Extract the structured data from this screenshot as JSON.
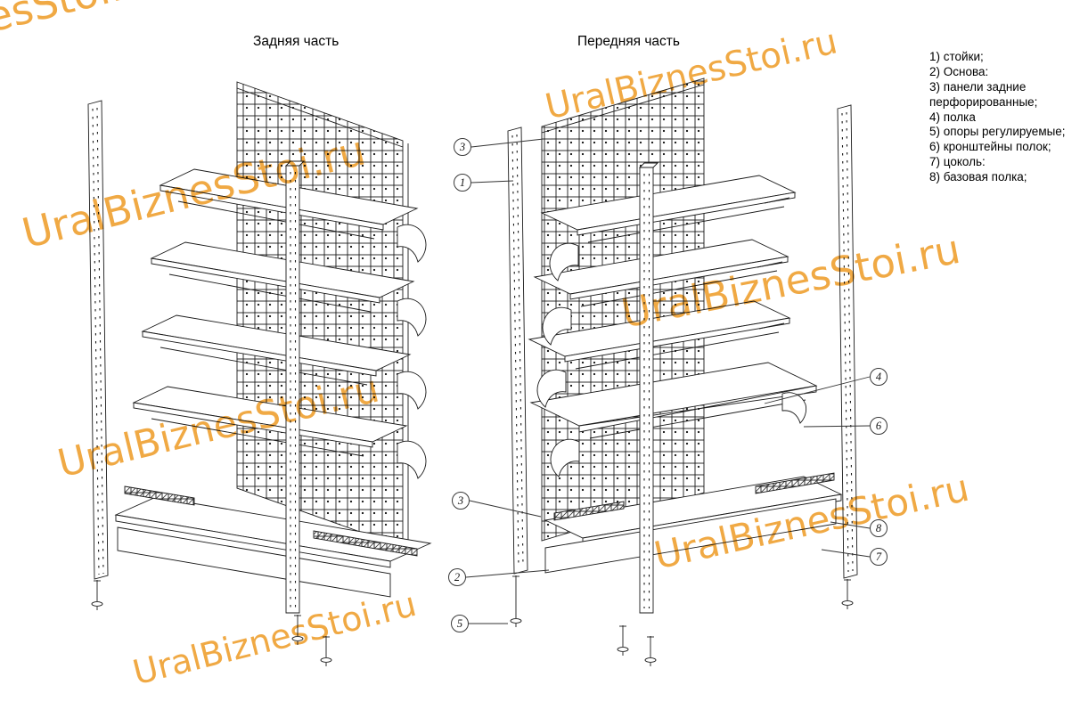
{
  "titles": {
    "back": "Задняя часть",
    "front": "Передняя часть"
  },
  "legend": {
    "items": [
      "1) стойки;",
      "2) Основа:",
      "3) панели задние перфорированные;",
      "4) полка",
      "5) опоры регулируемые;",
      "6) кронштейны полок;",
      "7) цоколь:",
      "8) базовая полка;"
    ]
  },
  "watermark": {
    "text": "UralBiznesStoi.ru",
    "color": "#EFA234"
  },
  "callouts": {
    "left": [
      "3",
      "1",
      "3",
      "2",
      "5"
    ],
    "right": [
      "4",
      "6",
      "8",
      "7"
    ]
  }
}
